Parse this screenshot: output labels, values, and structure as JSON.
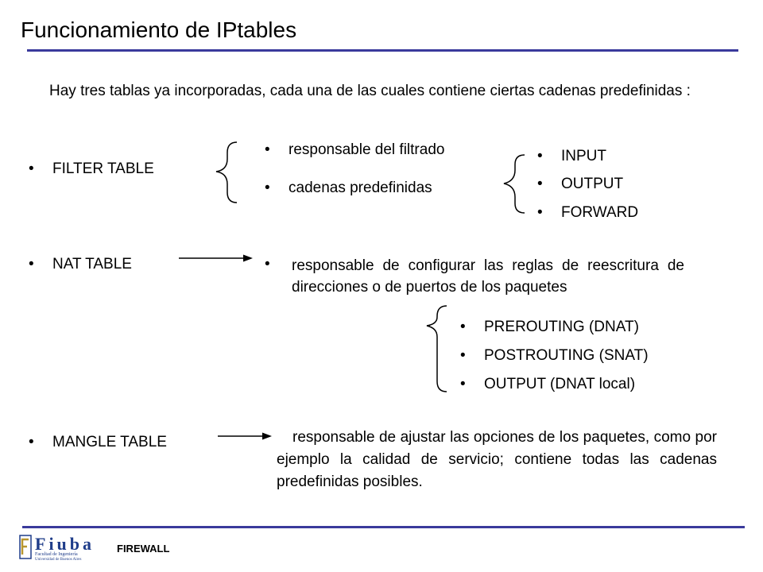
{
  "slide": {
    "title": "Funcionamiento de IPtables",
    "intro": "Hay tres tablas ya incorporadas, cada una de las cuales contiene ciertas cadenas predefinidas :",
    "bullet_glyph": "•",
    "filter": {
      "label": "FILTER TABLE",
      "items": [
        "responsable del filtrado",
        "cadenas predefinidas"
      ],
      "chains": [
        "INPUT",
        "OUTPUT",
        "FORWARD"
      ]
    },
    "nat": {
      "label": "NAT TABLE",
      "description": "responsable de configurar las reglas de reescritura de direcciones o de puertos de los paquetes",
      "chains": [
        "PREROUTING (DNAT)",
        "POSTROUTING (SNAT)",
        "OUTPUT (DNAT local)"
      ]
    },
    "mangle": {
      "label": "MANGLE TABLE",
      "description": "responsable de ajustar las opciones de los paquetes, como por ejemplo la calidad de servicio; contiene todas las cadenas predefinidas posibles."
    }
  },
  "footer": {
    "label": "FIREWALL",
    "logo_name": "Fiuba",
    "logo_subtitle_1": "Facultad de Ingeniería",
    "logo_subtitle_2": "Universidad de Buenos Aires"
  },
  "colors": {
    "rule": "#3a3a9c",
    "logo_blue": "#1f3d8a",
    "logo_gold": "#b8962e",
    "text": "#000000"
  }
}
